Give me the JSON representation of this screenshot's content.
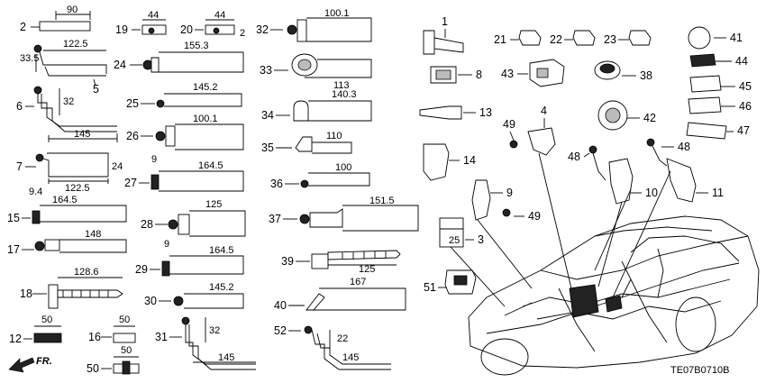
{
  "diagram": {
    "code": "TE07B0710B",
    "fr_label": "FR.",
    "parts": [
      {
        "id": "1",
        "label": "1"
      },
      {
        "id": "2",
        "label": "2"
      },
      {
        "id": "3",
        "label": "3"
      },
      {
        "id": "4",
        "label": "4"
      },
      {
        "id": "5",
        "label": "5"
      },
      {
        "id": "6",
        "label": "6"
      },
      {
        "id": "7",
        "label": "7"
      },
      {
        "id": "8",
        "label": "8"
      },
      {
        "id": "9",
        "label": "9"
      },
      {
        "id": "10",
        "label": "10"
      },
      {
        "id": "11",
        "label": "11"
      },
      {
        "id": "12",
        "label": "12"
      },
      {
        "id": "13",
        "label": "13"
      },
      {
        "id": "14",
        "label": "14"
      },
      {
        "id": "15",
        "label": "15"
      },
      {
        "id": "16",
        "label": "16"
      },
      {
        "id": "17",
        "label": "17"
      },
      {
        "id": "18",
        "label": "18"
      },
      {
        "id": "19",
        "label": "19"
      },
      {
        "id": "20",
        "label": "20"
      },
      {
        "id": "21",
        "label": "21"
      },
      {
        "id": "22",
        "label": "22"
      },
      {
        "id": "23",
        "label": "23"
      },
      {
        "id": "24",
        "label": "24"
      },
      {
        "id": "25",
        "label": "25"
      },
      {
        "id": "26",
        "label": "26"
      },
      {
        "id": "27",
        "label": "27"
      },
      {
        "id": "28",
        "label": "28"
      },
      {
        "id": "29",
        "label": "29"
      },
      {
        "id": "30",
        "label": "30"
      },
      {
        "id": "31",
        "label": "31"
      },
      {
        "id": "32",
        "label": "32"
      },
      {
        "id": "33",
        "label": "33"
      },
      {
        "id": "34",
        "label": "34"
      },
      {
        "id": "35",
        "label": "35"
      },
      {
        "id": "36",
        "label": "36"
      },
      {
        "id": "37",
        "label": "37"
      },
      {
        "id": "38",
        "label": "38"
      },
      {
        "id": "39",
        "label": "39"
      },
      {
        "id": "40",
        "label": "40"
      },
      {
        "id": "41",
        "label": "41"
      },
      {
        "id": "42",
        "label": "42"
      },
      {
        "id": "43",
        "label": "43"
      },
      {
        "id": "44",
        "label": "44"
      },
      {
        "id": "45",
        "label": "45"
      },
      {
        "id": "46",
        "label": "46"
      },
      {
        "id": "47",
        "label": "47"
      },
      {
        "id": "48",
        "label": "48"
      },
      {
        "id": "49",
        "label": "49"
      },
      {
        "id": "50",
        "label": "50"
      },
      {
        "id": "51",
        "label": "51"
      },
      {
        "id": "52",
        "label": "52"
      }
    ],
    "dims": {
      "p2_len": "90",
      "p5_len": "122.5",
      "p5_h": "33.5",
      "p6_h": "32",
      "p6_len": "145",
      "p7_h": "24",
      "p7_len": "122.5",
      "p15_off": "9.4",
      "p15_len": "164.5",
      "p17_len": "148",
      "p18_len": "128.6",
      "p12_len": "50",
      "p16_len": "50",
      "p50_len": "50",
      "p19_len": "44",
      "p20_len": "44",
      "p20_h": "2",
      "p24_len": "155.3",
      "p25_len": "145.2",
      "p26_len": "100.1",
      "p27_off": "9",
      "p27_len": "164.5",
      "p28_len": "125",
      "p29_off": "9",
      "p29_len": "164.5",
      "p30_len": "145.2",
      "p31_h": "32",
      "p31_len": "145",
      "p32_len": "100.1",
      "p33_len": "113",
      "p34_len": "140.3",
      "p35_len": "110",
      "p36_len": "100",
      "p37_len": "151.5",
      "p39_len": "125",
      "p40_len": "167",
      "p52_h": "22",
      "p52_len": "145",
      "p3_mark": "25"
    }
  }
}
